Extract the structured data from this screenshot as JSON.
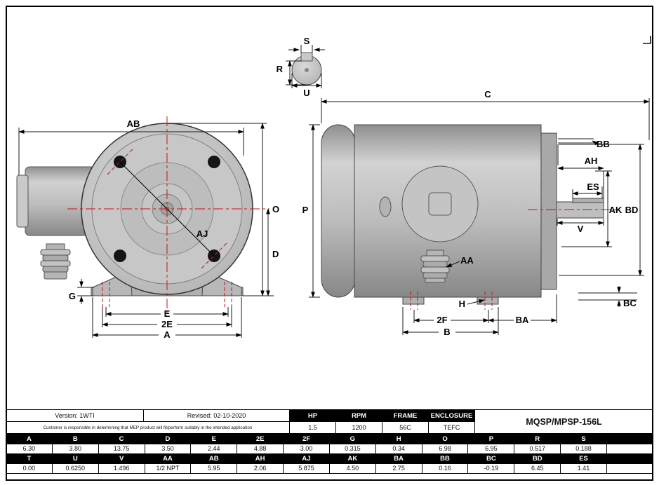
{
  "page": {
    "bg": "#ffffff",
    "border_color": "#000000",
    "centerline_red": "#cc1111"
  },
  "drawing": {
    "front_view_labels": {
      "ab": "AB",
      "aj": "AJ",
      "o": "O",
      "d": "D",
      "g": "G",
      "e": "E",
      "two_e": "2E",
      "a": "A"
    },
    "shaft_view_labels": {
      "s": "S",
      "r": "R",
      "u": "U"
    },
    "side_view_labels": {
      "c": "C",
      "p": "P",
      "bb": "BB",
      "ah": "AH",
      "es": "ES",
      "ak": "AK",
      "bd": "BD",
      "v": "V",
      "aa": "AA",
      "h": "H",
      "bc": "BC",
      "two_f": "2F",
      "b": "B",
      "ba": "BA"
    }
  },
  "title_block": {
    "version": "Version: 1WTI",
    "revised": "Revised: 02-10-2020",
    "disclaimer": "Customer is responsible in determining that MEP product will fit/perform suitably in the intended application",
    "model": "MQSP/MPSP-156L",
    "spec_headers": [
      "HP",
      "RPM",
      "FRAME",
      "ENCLOSURE"
    ],
    "spec_values": [
      "1.5",
      "1200",
      "56C",
      "TEFC"
    ]
  },
  "dim_table": {
    "row1_headers": [
      "A",
      "B",
      "C",
      "D",
      "E",
      "2E",
      "2F",
      "G",
      "H",
      "O",
      "P",
      "R",
      "S",
      ""
    ],
    "row1_values": [
      "6.30",
      "3.80",
      "13.75",
      "3.50",
      "2.44",
      "4.88",
      "3.00",
      "0.315",
      "0.34",
      "6.98",
      "6.95",
      "0.517",
      "0.188",
      ""
    ],
    "row2_headers": [
      "T",
      "U",
      "V",
      "AA",
      "AB",
      "AH",
      "AJ",
      "AK",
      "BA",
      "BB",
      "BC",
      "BD",
      "ES",
      ""
    ],
    "row2_values": [
      "0.00",
      "0.6250",
      "1.496",
      "1/2 NPT",
      "5.95",
      "2.06",
      "5.875",
      "4.50",
      "2.75",
      "0.16",
      "-0.19",
      "6.45",
      "1.41",
      ""
    ]
  }
}
